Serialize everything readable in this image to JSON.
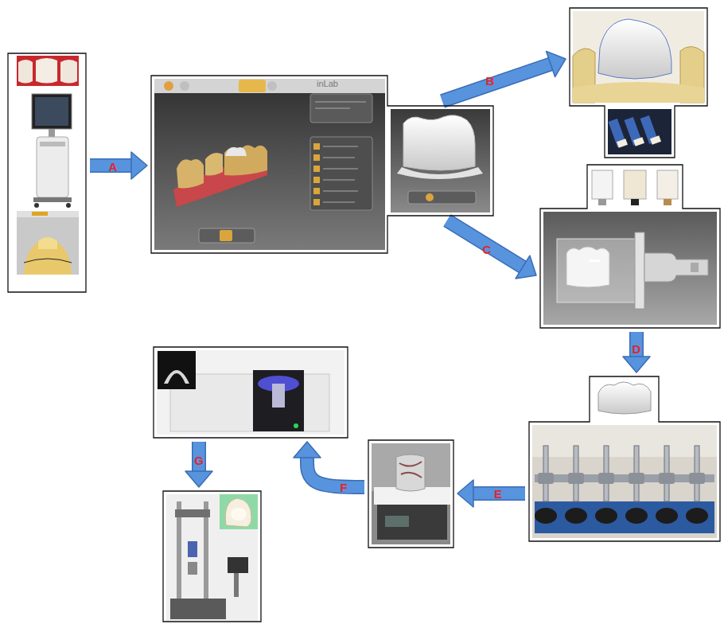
{
  "diagram": {
    "nodes": [
      {
        "text": []
      },
      {
        "text": [
          "inLab"
        ]
      },
      {
        "text": []
      },
      {
        "text": []
      },
      {
        "text": []
      },
      {
        "text": []
      },
      {
        "text": []
      },
      {
        "text": []
      }
    ],
    "edges": [
      {
        "from": 0,
        "to": 1,
        "label": "A",
        "arrow": "to"
      },
      {
        "from": 1,
        "to": 2,
        "label": "B",
        "arrow": "to"
      },
      {
        "from": 1,
        "to": 3,
        "label": "C",
        "arrow": "to"
      },
      {
        "from": 3,
        "to": 4,
        "label": "D",
        "arrow": "to"
      },
      {
        "from": 4,
        "to": 5,
        "label": "E",
        "arrow": "to"
      },
      {
        "from": 5,
        "to": 6,
        "label": "F",
        "arrow": "to"
      },
      {
        "from": 6,
        "to": 7,
        "label": "G",
        "arrow": "to"
      }
    ]
  }
}
